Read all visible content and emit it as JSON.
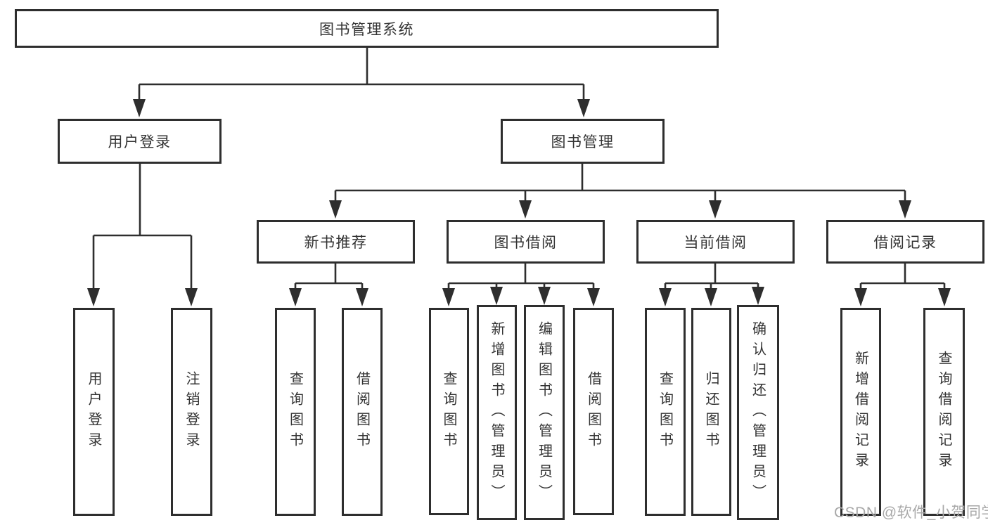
{
  "diagram_title": "图书管理系统",
  "colors": {
    "line": "#2e2e2e",
    "box_border": "#2e2e2e",
    "text": "#333333",
    "watermark": "#a8a8a8",
    "background": "#ffffff"
  },
  "nodes": {
    "root": {
      "label": "图书管理系统"
    },
    "user_login": {
      "label": "用户登录"
    },
    "book_mgmt": {
      "label": "图书管理"
    },
    "new_book_rec": {
      "label": "新书推荐"
    },
    "book_borrow": {
      "label": "图书借阅"
    },
    "current_borrow": {
      "label": "当前借阅"
    },
    "borrow_records": {
      "label": "借阅记录"
    },
    "leaf_user_login": {
      "label": "用户登录"
    },
    "leaf_logout": {
      "label": "注销登录"
    },
    "leaf_rec_query_book": {
      "label": "查询图书"
    },
    "leaf_rec_borrow_book": {
      "label": "借阅图书"
    },
    "leaf_bb_query_book": {
      "label": "查询图书"
    },
    "leaf_bb_add_book": {
      "label": "新增图书（管理员）"
    },
    "leaf_bb_edit_book": {
      "label": "编辑图书（管理员）"
    },
    "leaf_bb_borrow_book": {
      "label": "借阅图书"
    },
    "leaf_cb_query_book": {
      "label": "查询图书"
    },
    "leaf_cb_return_book": {
      "label": "归还图书"
    },
    "leaf_cb_confirm_return": {
      "label": "确认归还（管理员）"
    },
    "leaf_br_add_record": {
      "label": "新增借阅记录"
    },
    "leaf_br_query_record": {
      "label": "查询借阅记录"
    }
  },
  "hierarchy": {
    "图书管理系统": [
      "用户登录",
      "图书管理"
    ],
    "用户登录": [
      "用户登录",
      "注销登录"
    ],
    "图书管理": [
      "新书推荐",
      "图书借阅",
      "当前借阅",
      "借阅记录"
    ],
    "新书推荐": [
      "查询图书",
      "借阅图书"
    ],
    "图书借阅": [
      "查询图书",
      "新增图书（管理员）",
      "编辑图书（管理员）",
      "借阅图书"
    ],
    "当前借阅": [
      "查询图书",
      "归还图书",
      "确认归还（管理员）"
    ],
    "借阅记录": [
      "新增借阅记录",
      "查询借阅记录"
    ]
  },
  "watermark": {
    "text": "CSDN @软件_小贺同学"
  }
}
